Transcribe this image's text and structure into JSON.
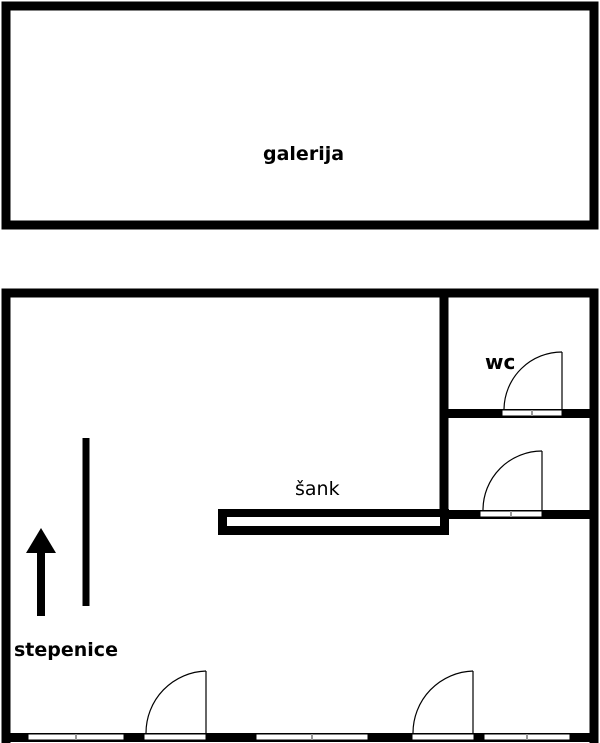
{
  "labels": {
    "gallery": "galerija",
    "wc": "wc",
    "bar": "šank",
    "stairs": "stepenice"
  },
  "colors": {
    "wall": "#000000",
    "window": "#ffffff",
    "window_line": "#999999",
    "background": "#ffffff"
  },
  "icons": {
    "stairs_arrow": "arrow-up-icon",
    "door": "door-swing-icon"
  }
}
